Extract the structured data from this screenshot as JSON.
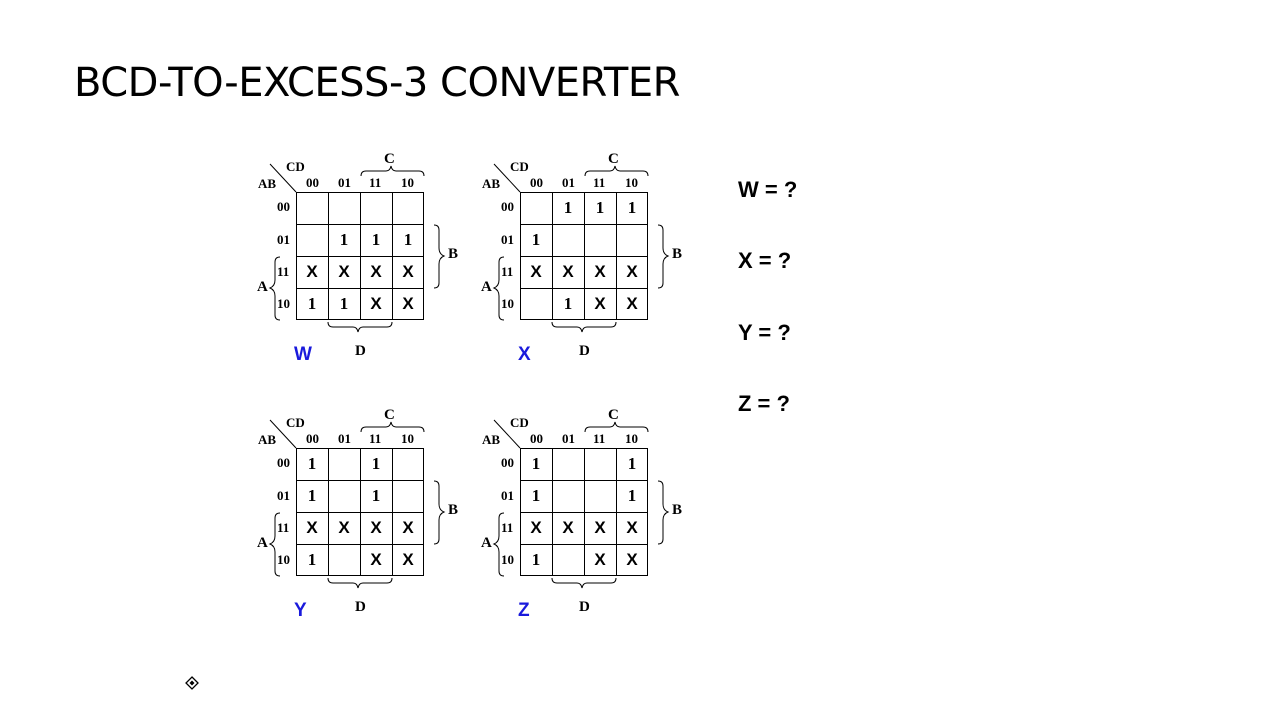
{
  "slide": {
    "title": "BCD-TO-EXCESS-3 CONVERTER"
  },
  "axis_labels": {
    "var_cd": "CD",
    "var_ab": "AB",
    "var_a": "A",
    "var_b": "B",
    "var_c": "C",
    "var_d": "D",
    "col_codes": [
      "00",
      "01",
      "11",
      "10"
    ],
    "row_codes": [
      "00",
      "01",
      "11",
      "10"
    ]
  },
  "kmaps": [
    {
      "name": "W",
      "color": "#1a1adc",
      "cells": [
        [
          "",
          "",
          "",
          ""
        ],
        [
          "",
          "1",
          "1",
          "1"
        ],
        [
          "X",
          "X",
          "X",
          "X"
        ],
        [
          "1",
          "1",
          "X",
          "X"
        ]
      ]
    },
    {
      "name": "X",
      "color": "#1a1adc",
      "cells": [
        [
          "",
          "1",
          "1",
          "1"
        ],
        [
          "1",
          "",
          "",
          ""
        ],
        [
          "X",
          "X",
          "X",
          "X"
        ],
        [
          "",
          "1",
          "X",
          "X"
        ]
      ]
    },
    {
      "name": "Y",
      "color": "#1a1adc",
      "cells": [
        [
          "1",
          "",
          "1",
          ""
        ],
        [
          "1",
          "",
          "1",
          ""
        ],
        [
          "X",
          "X",
          "X",
          "X"
        ],
        [
          "1",
          "",
          "X",
          "X"
        ]
      ]
    },
    {
      "name": "Z",
      "color": "#1a1adc",
      "cells": [
        [
          "1",
          "",
          "",
          "1"
        ],
        [
          "1",
          "",
          "",
          "1"
        ],
        [
          "X",
          "X",
          "X",
          "X"
        ],
        [
          "1",
          "",
          "X",
          "X"
        ]
      ]
    }
  ],
  "equations": [
    "W = ?",
    "X = ?",
    "Y = ?",
    "Z = ?"
  ],
  "icons": {
    "slide_anchor": "diamond-anchor-icon"
  }
}
